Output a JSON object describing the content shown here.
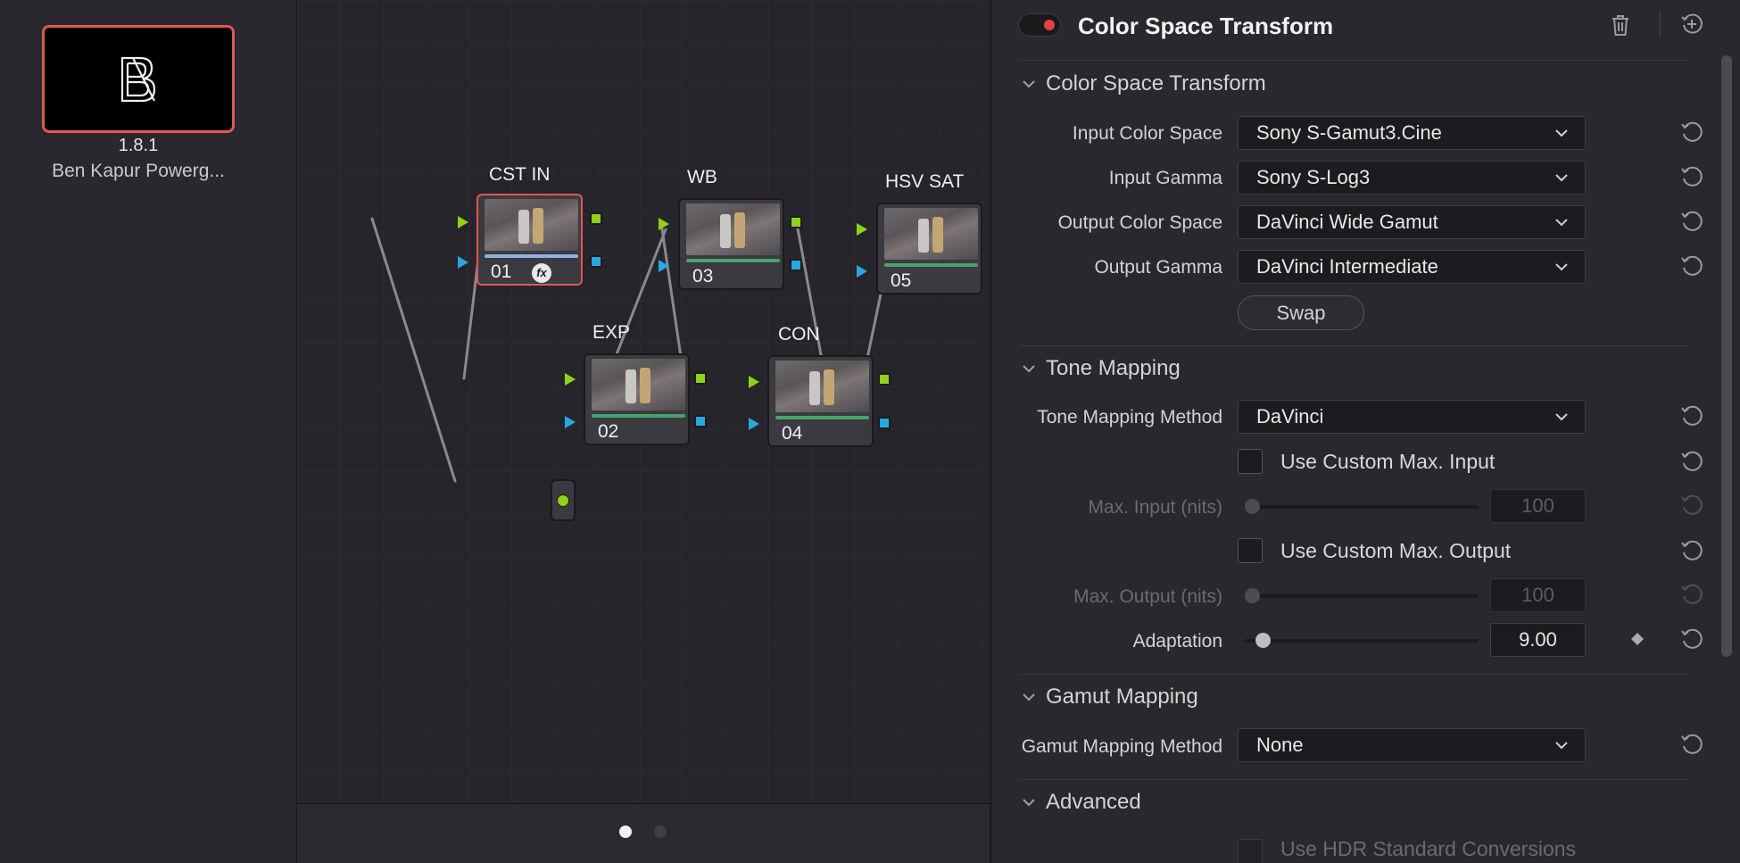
{
  "gallery": {
    "still": {
      "version": "1.8.1",
      "name": "Ben Kapur Powerg...",
      "logo_icon": "bk-logo-icon",
      "border_color": "#e0584f"
    }
  },
  "node_graph": {
    "nodes": [
      {
        "label": "CST IN",
        "number": "01",
        "has_fx": true,
        "selected": true
      },
      {
        "label": "EXP",
        "number": "02"
      },
      {
        "label": "WB",
        "number": "03"
      },
      {
        "label": "CON",
        "number": "04"
      },
      {
        "label": "HSV SAT",
        "number": "05"
      }
    ],
    "fx_badge": "fx",
    "pages": 2,
    "active_page": 1
  },
  "inspector": {
    "title": "Color Space Transform",
    "enabled": true,
    "accent_color": "#e84040",
    "sections": {
      "cst": "Color Space Transform",
      "tone": "Tone Mapping",
      "gamut": "Gamut Mapping",
      "advanced": "Advanced"
    },
    "fields": {
      "input_color_space": {
        "label": "Input Color Space",
        "value": "Sony S-Gamut3.Cine"
      },
      "input_gamma": {
        "label": "Input Gamma",
        "value": "Sony S-Log3"
      },
      "output_color_space": {
        "label": "Output Color Space",
        "value": "DaVinci Wide Gamut"
      },
      "output_gamma": {
        "label": "Output Gamma",
        "value": "DaVinci Intermediate"
      },
      "swap": "Swap",
      "tone_mapping_method": {
        "label": "Tone Mapping Method",
        "value": "DaVinci"
      },
      "use_custom_max_input": {
        "label": "Use Custom Max. Input",
        "checked": false
      },
      "max_input": {
        "label": "Max. Input (nits)",
        "value": "100",
        "enabled": false
      },
      "use_custom_max_output": {
        "label": "Use Custom Max. Output",
        "checked": false
      },
      "max_output": {
        "label": "Max. Output (nits)",
        "value": "100",
        "enabled": false
      },
      "adaptation": {
        "label": "Adaptation",
        "value": "9.00"
      },
      "gamut_mapping_method": {
        "label": "Gamut Mapping Method",
        "value": "None"
      },
      "use_hdr_standard_conversions": {
        "label": "Use HDR Standard Conversions",
        "checked": false
      }
    }
  }
}
